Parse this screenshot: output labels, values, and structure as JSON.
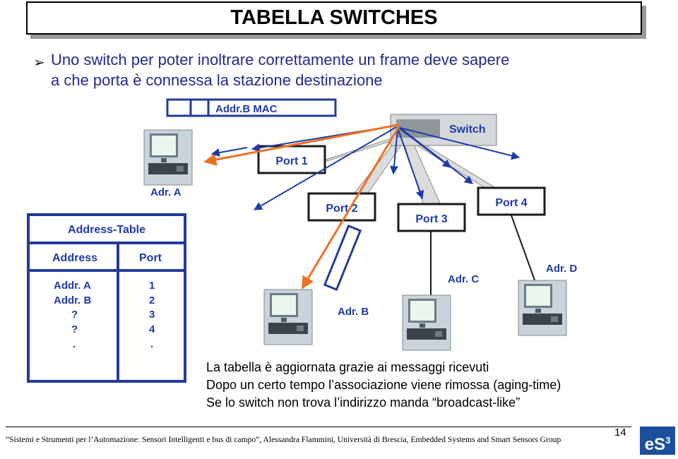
{
  "title": "TABELLA SWITCHES",
  "intro": {
    "line1": "Uno switch per poter inoltrare correttamente un frame deve sapere",
    "line2": "a che porta è connessa la stazione destinazione"
  },
  "diagram": {
    "frame_label": "Addr.B MAC",
    "switch_label": "Switch",
    "ports": [
      "Port 1",
      "Port 2",
      "Port 3",
      "Port 4"
    ],
    "stations": [
      "Adr. A",
      "Adr. B",
      "Adr. C",
      "Adr. D"
    ],
    "address_table": {
      "title": "Address-Table",
      "col_address": "Address",
      "col_port": "Port",
      "rows": [
        {
          "address": "Addr. A",
          "port": "1"
        },
        {
          "address": "Addr. B",
          "port": "2"
        },
        {
          "address": "?",
          "port": "3"
        },
        {
          "address": "?",
          "port": "4"
        },
        {
          "address": ".",
          "port": "."
        }
      ]
    },
    "colors": {
      "blue": "#1f3aa8",
      "orange": "#f07020",
      "navy": "#233a9a"
    }
  },
  "caption": {
    "line1": "La tabella è aggiornata grazie ai messaggi ricevuti",
    "line2": "Dopo un certo tempo l’associazione viene rimossa (aging-time)",
    "line3": "Se lo switch non trova l’indirizzo manda  “broadcast-like”"
  },
  "footer": {
    "text": "“Sistemi e Strumenti per l’Automazione: Sensori Intelligenti e bus di campo”, Alessandra Flammini, Università di Brescia, Embedded Systems and Smart Sensors Group",
    "page": "14",
    "logo": "eS",
    "logo_sup": "3"
  }
}
